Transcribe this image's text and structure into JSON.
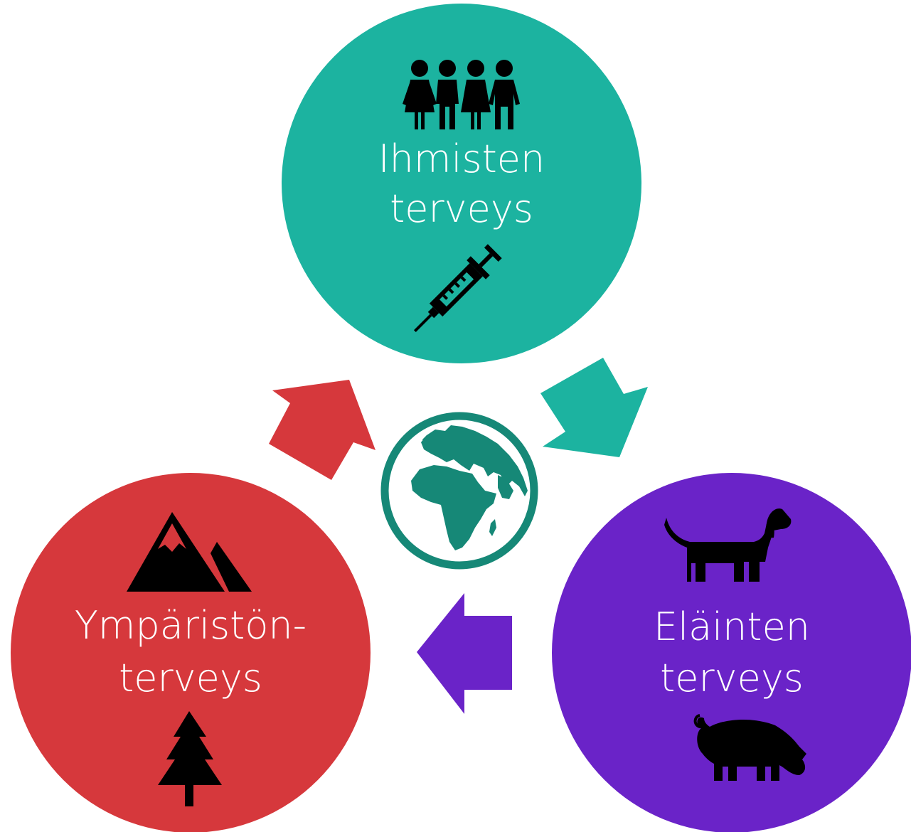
{
  "nodes": {
    "human": {
      "line1": "Ihmisten",
      "line2": "terveys",
      "color": "#1cb3a0",
      "icons": [
        "people-icon",
        "syringe-icon"
      ]
    },
    "animal": {
      "line1": "Eläinten",
      "line2": "terveys",
      "color": "#6a23c8",
      "icons": [
        "dog-icon",
        "pig-icon"
      ]
    },
    "environment": {
      "line1": "Ympäristön-",
      "line2": "terveys",
      "color": "#d6383c",
      "icons": [
        "mountain-icon",
        "tree-icon"
      ]
    }
  },
  "center": {
    "icon": "globe-icon",
    "color": "#168877"
  },
  "arrows": [
    {
      "from": "human",
      "to": "animal",
      "color": "#1cb3a0"
    },
    {
      "from": "animal",
      "to": "environment",
      "color": "#6a23c8"
    },
    {
      "from": "environment",
      "to": "human",
      "color": "#d6383c"
    }
  ]
}
